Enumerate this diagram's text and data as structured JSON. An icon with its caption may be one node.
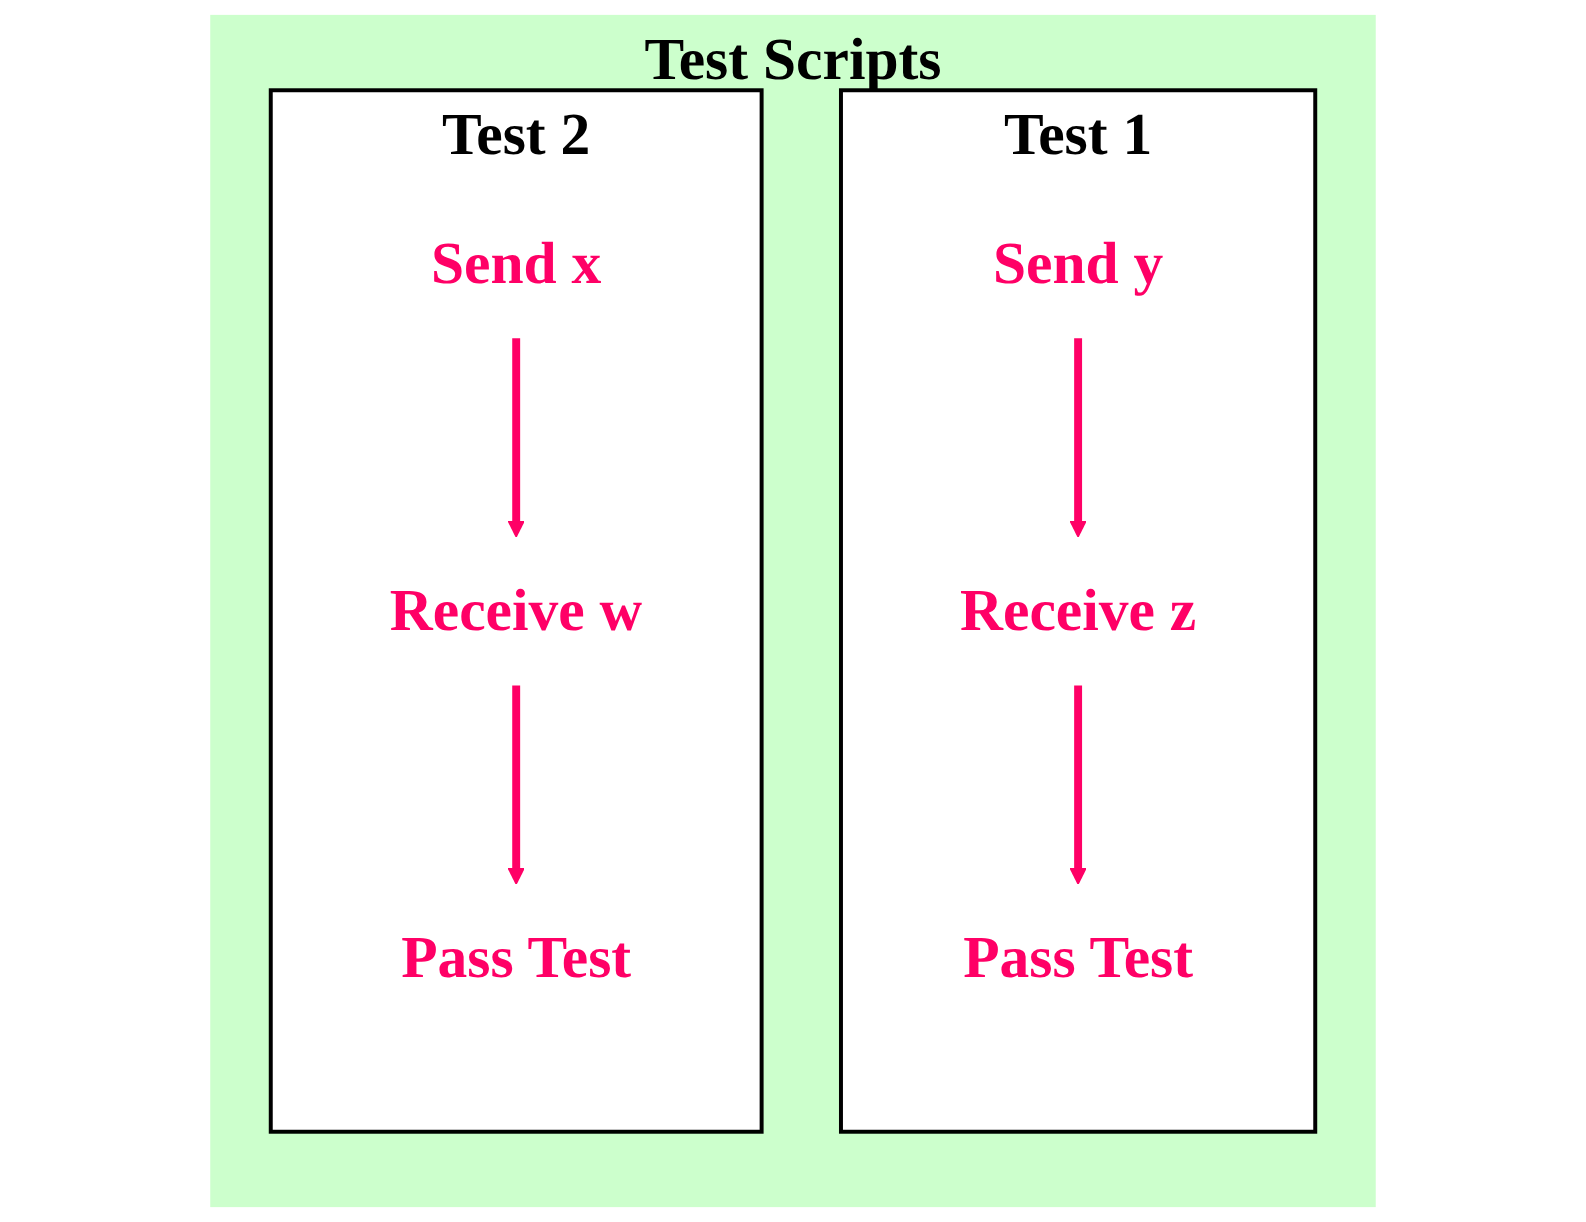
{
  "diagram": {
    "nodes": [
      {
        "text": [
          "Test Scripts"
        ]
      },
      {
        "text": [
          "Test 1"
        ],
        "in": 0
      },
      {
        "text": [
          "Send y"
        ],
        "in": 1
      },
      {
        "text": [
          "Receive z"
        ],
        "in": 1
      },
      {
        "text": [
          "Pass Test"
        ],
        "in": 1
      },
      {
        "text": [
          "Test 2"
        ],
        "in": 0
      },
      {
        "text": [
          "Send x"
        ],
        "in": 5
      },
      {
        "text": [
          "Receive w"
        ],
        "in": 5
      },
      {
        "text": [
          "Pass Test"
        ],
        "in": 5
      }
    ],
    "edges": [
      {
        "from": 2,
        "to": 3,
        "arrow": "to"
      },
      {
        "from": 3,
        "to": 4,
        "arrow": "to"
      },
      {
        "from": 6,
        "to": 7,
        "arrow": "to"
      },
      {
        "from": 7,
        "to": 8,
        "arrow": "to"
      }
    ]
  }
}
